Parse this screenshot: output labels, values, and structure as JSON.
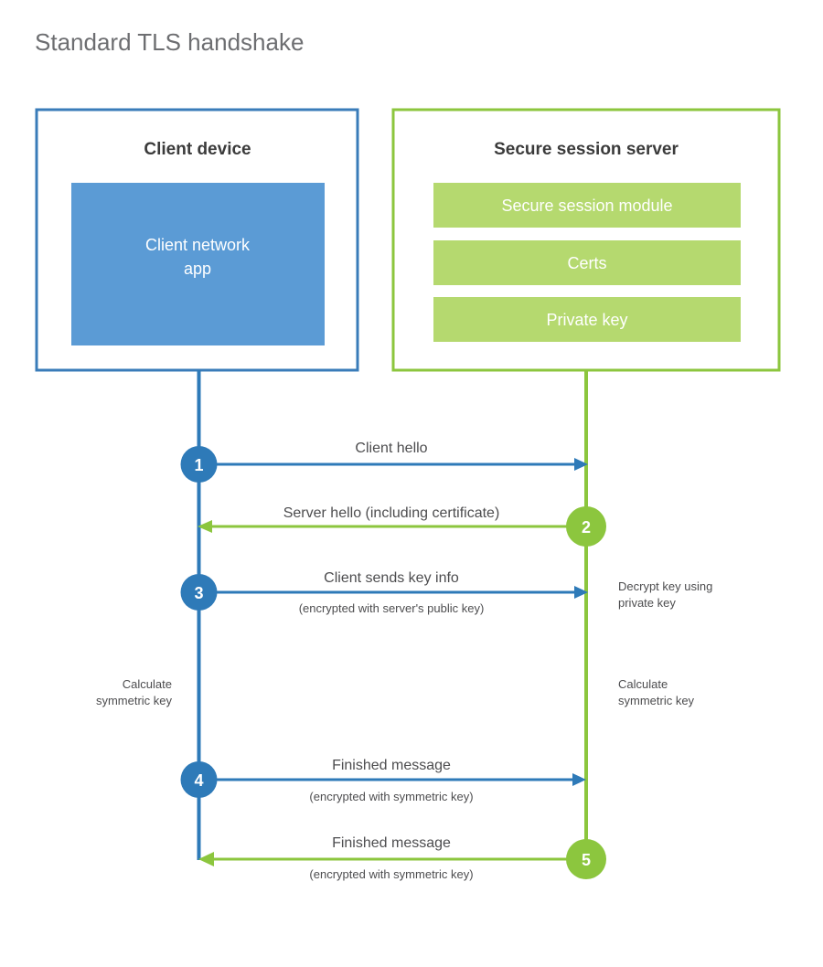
{
  "title": "Standard TLS handshake",
  "colors": {
    "client_border": "#3a7cb9",
    "client_fill": "#5b9bd5",
    "server_border": "#8cc63e",
    "server_fill": "#b5d96f",
    "client_line": "#2e7ab8",
    "server_line": "#8cc63e",
    "title_text": "#6d6e71",
    "body_text": "#4d4d4f",
    "heading_text": "#3b3b3b",
    "background": "#ffffff"
  },
  "client": {
    "title": "Client device",
    "inner_label_line1": "Client network",
    "inner_label_line2": "app"
  },
  "server": {
    "title": "Secure session server",
    "modules": [
      "Secure session module",
      "Certs",
      "Private key"
    ]
  },
  "steps": [
    {
      "number": "1",
      "direction": "client-to-server",
      "label": "Client hello",
      "sublabel": ""
    },
    {
      "number": "2",
      "direction": "server-to-client",
      "label": "Server hello (including certificate)",
      "sublabel": ""
    },
    {
      "number": "3",
      "direction": "client-to-server",
      "label": "Client sends key info",
      "sublabel": "(encrypted with server's public key)"
    },
    {
      "number": "4",
      "direction": "client-to-server",
      "label": "Finished message",
      "sublabel": "(encrypted with symmetric key)"
    },
    {
      "number": "5",
      "direction": "server-to-client",
      "label": "Finished message",
      "sublabel": "(encrypted with symmetric key)"
    }
  ],
  "annotations": {
    "decrypt_line1": "Decrypt key using",
    "decrypt_line2": "private key",
    "client_calc_line1": "Calculate",
    "client_calc_line2": "symmetric key",
    "server_calc_line1": "Calculate",
    "server_calc_line2": "symmetric key"
  }
}
